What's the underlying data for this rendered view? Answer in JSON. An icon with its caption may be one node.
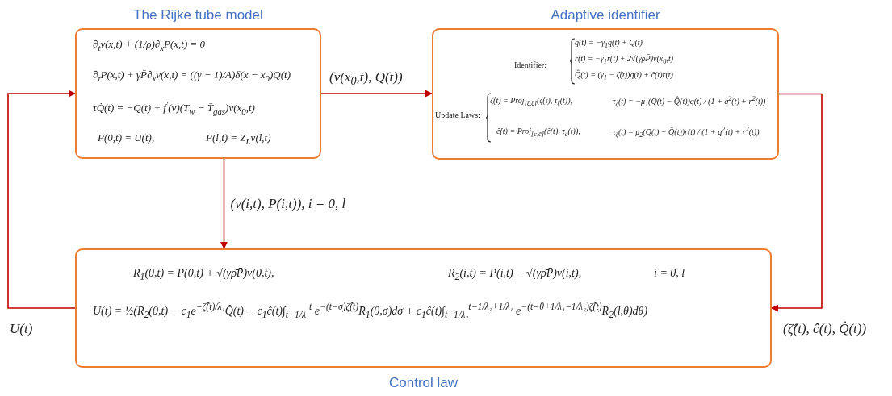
{
  "diagram": {
    "nodes": [
      {
        "text": [
          "The Rijke tube model",
          "∂$_{t}$v(x,t) + (1/ρ)∂$_{x}$P(x,t) = 0",
          "∂$_{t}$P(x,t) + γP̄∂$_{x}$v(x,t) = ((γ − 1)/A)δ(x − x$_{0}$)Q(t)",
          "τQ̇(t) = −Q(t) + f$^{′}$(v̄)(T$_{w}$ − T̄$_{gas}$)v(x$_{0}$,t)",
          "P(0,t) = U(t),",
          "P(l,t) = Z$_{L}$v(l,t)"
        ]
      },
      {
        "text": [
          "Adaptive identifier",
          "Identifier:",
          "q̇(t) = −γ$_{1}$q(t) + Q(t)",
          "ṙ(t) = −γ$_{1}$r(t) + 2√(γρ̄P̄)v(x$_{0}$,t)",
          "Q̂(t) = (γ$_{1}$ − ζ̂(t))q(t) + ĉ(t)r(t)",
          "Update Laws:",
          "ζ̂̇(t) = Proj$_{[ζ,ζ̄]}$(ζ̂(t), τ$_{ζ}$(t)),",
          "τ$_{ζ}$(t) = −μ$_{1}$(Q(t) − Q̂(t))q(t) / (1 + q$^{2}$(t) + r$^{2}$(t))",
          "ĉ̇(t) = Proj$_{[c,c̄]}$(ĉ(t), τ$_{c}$(t)),",
          "τ$_{ζ}$(t) = μ$_{2}$(Q(t) − Q̂(t))r(t) / (1 + q$^{2}$(t) + r$^{2}$(t))"
        ]
      },
      {
        "text": [
          "Control law",
          "R$_{1}$(0,t) = P(0,t) + √(γρ̄P̄)v(0,t),",
          "R$_{2}$(i,t) = P(i,t) − √(γρ̄P̄)v(i,t),",
          "i = 0, l",
          "U(t) = ½(R$_{2}$(0,t) − c$_{1}$e$^{−ζ̂(t)/λ₁}$Q̂(t) − c$_{1}$ĉ(t)∫$_{t−1/λ₁}$$^{t}$ e$^{−(t−σ)ζ̂(t)}$R$_{1}$(0,σ)dσ + c$_{1}$ĉ(t)∫$_{t−1/λ₂}$$^{t−1/λ₂+1/λ₁}$ e$^{−(t−θ+1/λ₁−1/λ₂)ζ̂(t)}$R$_{2}$(l,θ)dθ)"
        ]
      }
    ],
    "edges": [
      {
        "from": 0,
        "to": 1,
        "arrow": "to",
        "label": "(v(x$_{0}$,t), Q(t))"
      },
      {
        "from": 0,
        "to": 2,
        "arrow": "to",
        "label": "(v(i,t), P(i,t)),   i = 0, l"
      },
      {
        "from": 1,
        "to": 2,
        "arrow": "to",
        "label": "(ζ̂(t), ĉ(t), Q̂(t))"
      },
      {
        "from": 2,
        "to": 0,
        "arrow": "to",
        "label": "U(t)"
      }
    ]
  }
}
